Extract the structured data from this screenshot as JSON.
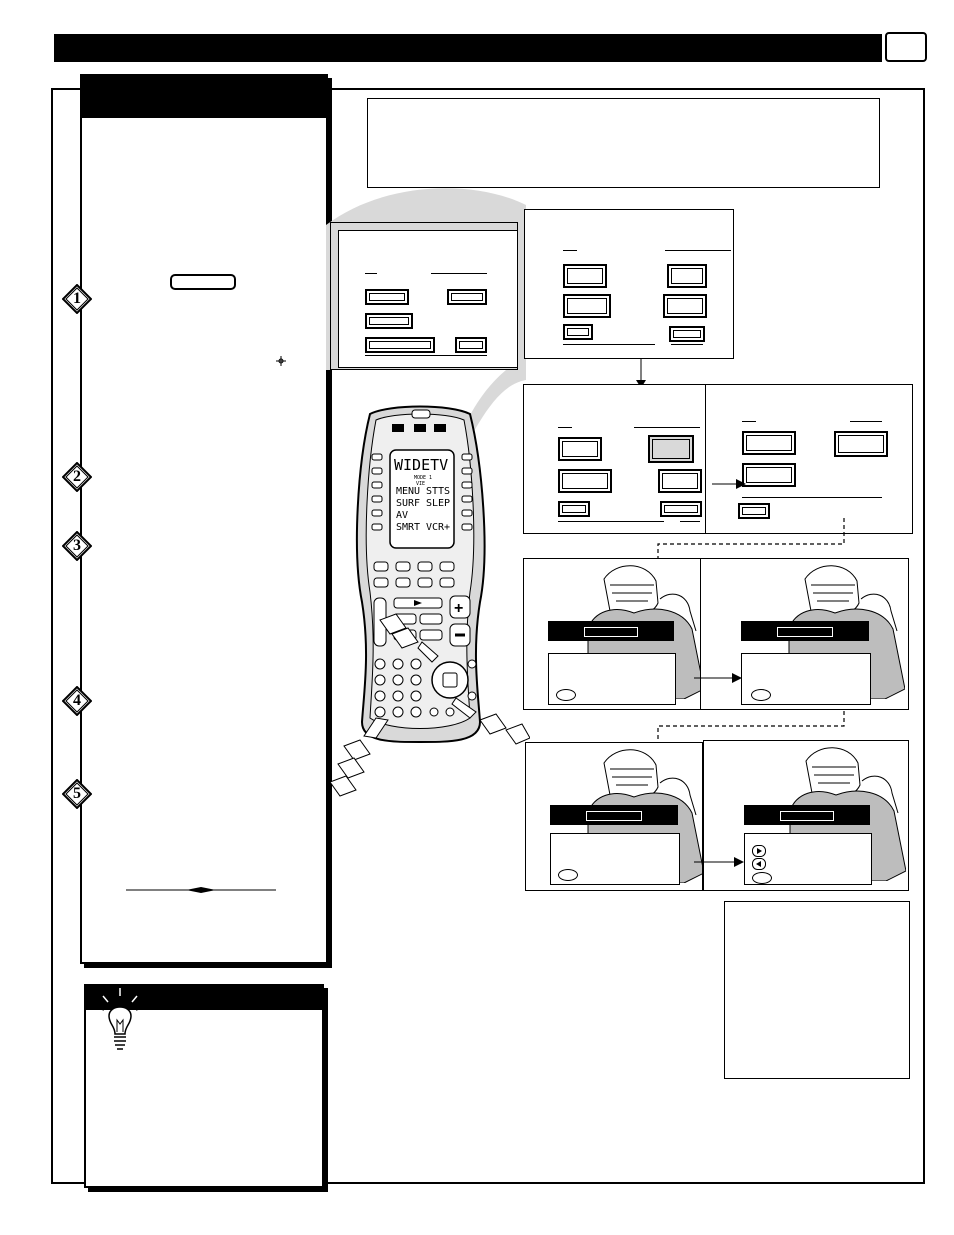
{
  "remote": {
    "display_title": "WIDETV",
    "mode_line": "MODE 1",
    "sub_line": "VIE",
    "labels": [
      "MENU",
      "STTS",
      "SURF",
      "SLEP",
      "AV",
      "SMRT",
      "VCR+"
    ]
  },
  "steps": [
    "1",
    "2",
    "3",
    "4",
    "5"
  ],
  "icons": [
    "lightbulb-icon",
    "move-cursor-icon",
    "right-arrow-icon",
    "left-arrow-icon"
  ],
  "colors": {
    "ink": "#000000",
    "paper": "#ffffff",
    "screen_gray": "#d9d9d9"
  }
}
